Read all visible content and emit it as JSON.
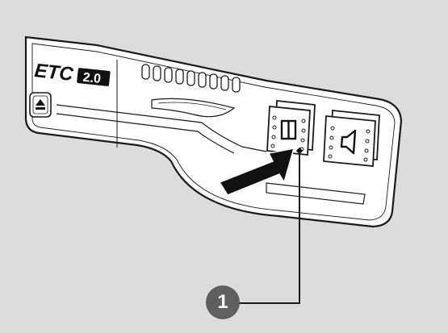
{
  "logo": {
    "brand_text": "ETC",
    "version_badge": "2.0"
  },
  "callout": {
    "number": "1"
  },
  "icons": {
    "eject": "eject-icon",
    "display": "display-toggle-icon",
    "speaker": "speaker-icon",
    "arrow": "press-direction-arrow"
  },
  "colors": {
    "background": "#dcdcdc",
    "panel": "#ffffff",
    "outline": "#1a1a1a",
    "arrow": "#111111",
    "callout_badge": "#5f5f5f"
  }
}
